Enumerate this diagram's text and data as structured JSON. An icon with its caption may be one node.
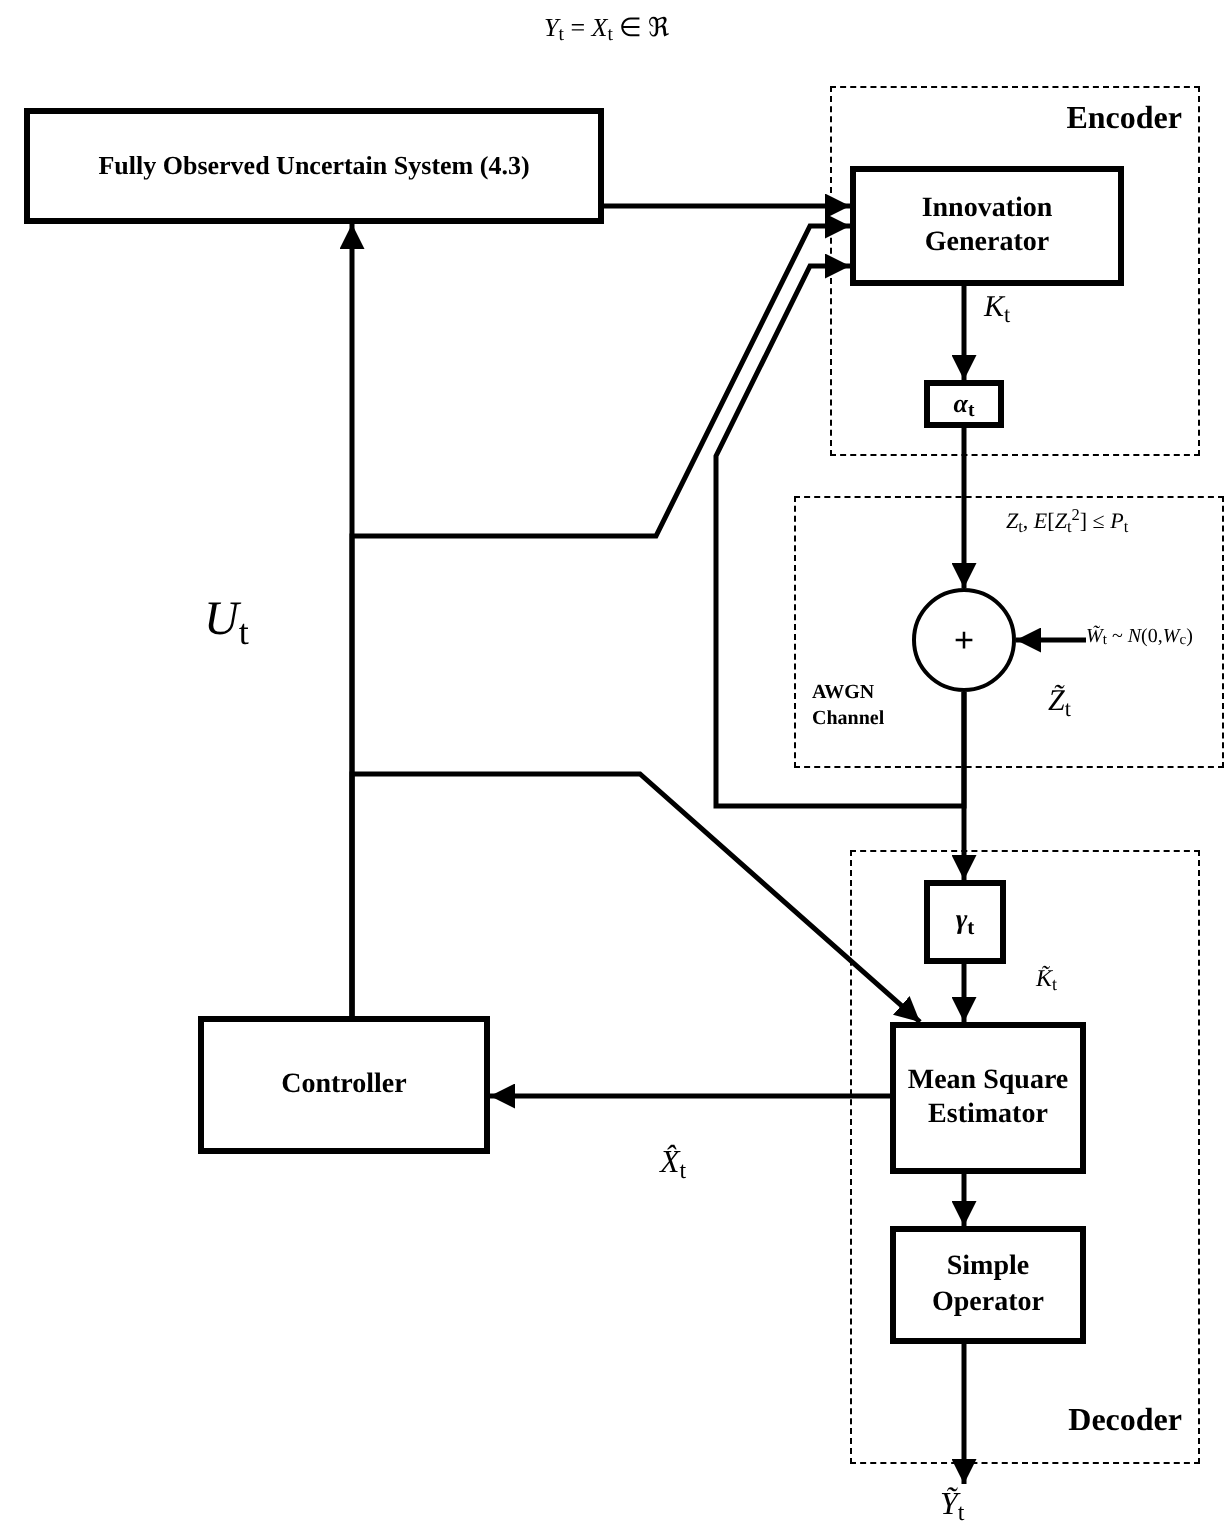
{
  "diagram": {
    "nodes": [
      {
        "text": [
          "Encoder"
        ]
      },
      {
        "text": [
          "Fully Observed Uncertain System (4.3)"
        ]
      },
      {
        "text": [
          "Innovation Generator"
        ],
        "in": 0
      },
      {
        "text": [
          "*α*$_{t}$"
        ],
        "in": 0
      },
      {
        "text": [
          "AWGN Channel"
        ]
      },
      {
        "text": [
          "+"
        ],
        "in": 4
      },
      {
        "text": [
          "Decoder"
        ]
      },
      {
        "text": [
          "*γ*$_{t}$"
        ],
        "in": 6
      },
      {
        "text": [
          "Mean Square Estimator"
        ],
        "in": 6
      },
      {
        "text": [
          "Simple Operator"
        ],
        "in": 6
      },
      {
        "text": [
          "Controller"
        ]
      },
      {
        "text": [
          "*W̃*$_{t}$ ~ *N*(0,*W*$_{c}$)"
        ],
        "in": 4
      },
      {
        "text": [
          "*Ỹ*$_{t}$"
        ]
      }
    ],
    "edges": [
      {
        "from": 1,
        "to": 2,
        "arrow": "to"
      },
      {
        "from": 10,
        "to": 1,
        "arrow": "to"
      },
      {
        "from": 10,
        "to": 2,
        "arrow": "to"
      },
      {
        "from": 10,
        "to": 8,
        "arrow": "to"
      },
      {
        "from": 2,
        "to": 3,
        "arrow": "to"
      },
      {
        "from": 3,
        "to": 5,
        "arrow": "to"
      },
      {
        "from": 11,
        "to": 5,
        "arrow": "to"
      },
      {
        "from": 5,
        "to": 7,
        "arrow": "to"
      },
      {
        "from": 5,
        "to": 2,
        "arrow": "to"
      },
      {
        "from": 7,
        "to": 8,
        "arrow": "to"
      },
      {
        "from": 8,
        "to": 10,
        "arrow": "to"
      },
      {
        "from": 8,
        "to": 9,
        "arrow": "to"
      },
      {
        "from": 9,
        "to": 12,
        "arrow": "to"
      }
    ],
    "labels": [
      "*Y*$_{t}$ = *X*$_{t}$ ∈ ℜ",
      "*K*$_{t}$",
      "*Z*$_{t}$, *E*[*Z*$_{t}$$^{2}$] ≤ *P*$_{t}$",
      "*U*$_{t}$",
      "*Z̃*$_{t}$",
      "*K̃*$_{t}$",
      "*X̂*$_{t}$"
    ]
  }
}
